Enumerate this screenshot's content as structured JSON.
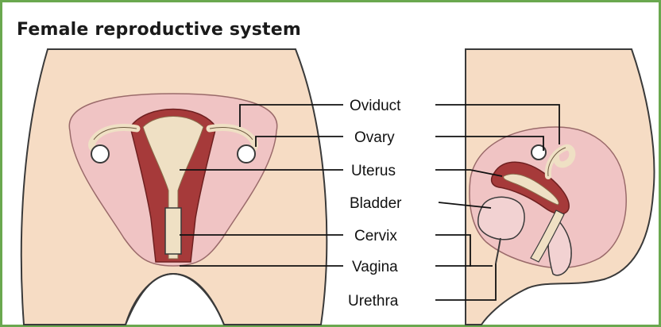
{
  "title": "Female reproductive system",
  "labels": {
    "oviduct": "Oviduct",
    "ovary": "Ovary",
    "uterus": "Uterus",
    "bladder": "Bladder",
    "cervix": "Cervix",
    "vagina": "Vagina",
    "urethra": "Urethra"
  },
  "colors": {
    "border": "#6aa84f",
    "skin": "#f6dcc4",
    "skin_outline": "#3a3a3a",
    "pelvis": "#f0c4c4",
    "uterus_wall": "#a63a3a",
    "uterus_inner": "#efe0c4",
    "leader": "#111111"
  }
}
